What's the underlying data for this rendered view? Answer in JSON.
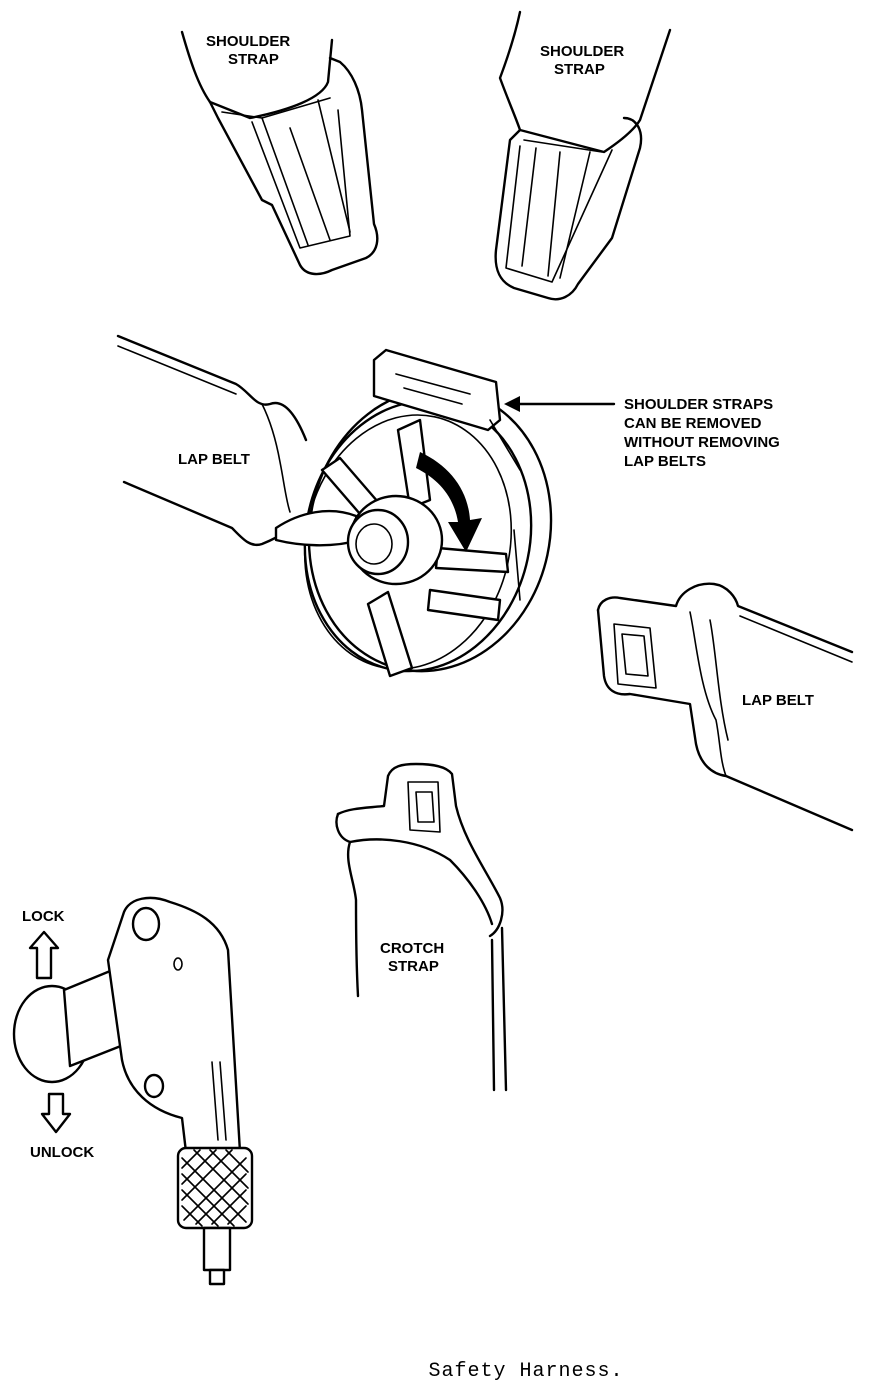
{
  "figure": {
    "caption": "Safety Harness.",
    "labels": {
      "shoulder_strap_left": [
        "SHOULDER",
        "STRAP"
      ],
      "shoulder_strap_right": [
        "SHOULDER",
        "STRAP"
      ],
      "lap_belt_left": "LAP BELT",
      "lap_belt_right": "LAP BELT",
      "shoulder_note": [
        "SHOULDER STRAPS",
        "CAN BE REMOVED",
        "WITHOUT REMOVING",
        "LAP BELTS"
      ],
      "crotch_strap": [
        "CROTCH",
        "STRAP"
      ],
      "lock": "LOCK",
      "unlock": "UNLOCK"
    }
  }
}
